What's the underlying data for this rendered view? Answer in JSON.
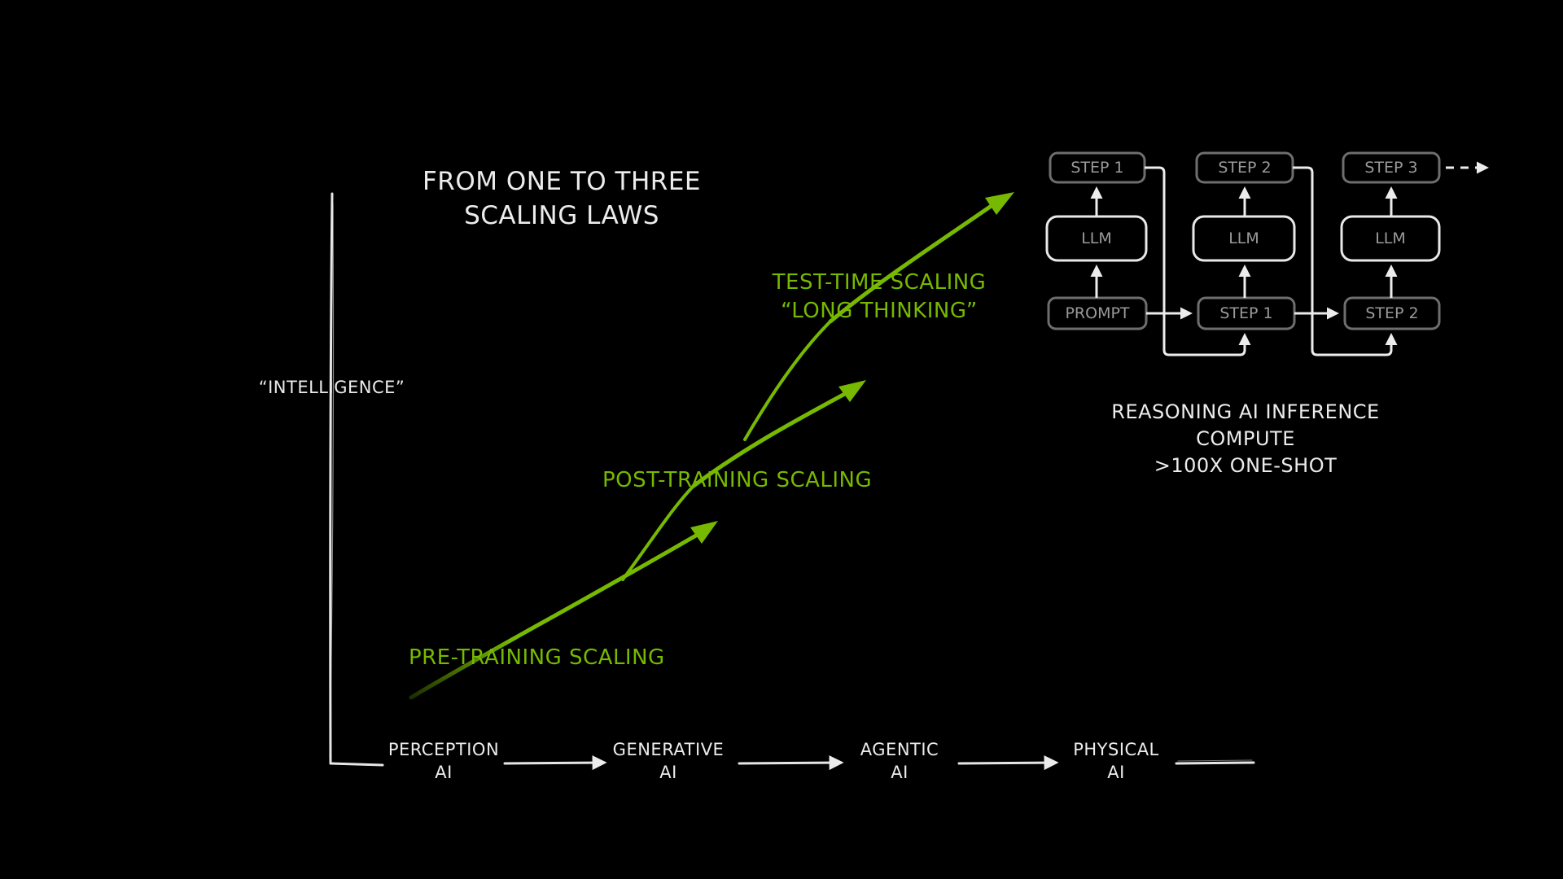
{
  "title": {
    "line1": "FROM ONE TO THREE",
    "line2": "SCALING LAWS"
  },
  "y_axis_label": "“INTELLIGENCE”",
  "eras": [
    {
      "line1": "PERCEPTION",
      "line2": "AI"
    },
    {
      "line1": "GENERATIVE",
      "line2": "AI"
    },
    {
      "line1": "AGENTIC",
      "line2": "AI"
    },
    {
      "line1": "PHYSICAL",
      "line2": "AI"
    }
  ],
  "scaling_laws": {
    "pre_training": "PRE-TRAINING SCALING",
    "post_training": "POST-TRAINING SCALING",
    "test_time_line1": "TEST-TIME SCALING",
    "test_time_line2": "“LONG THINKING”"
  },
  "reasoning_flow": {
    "top_row": [
      "STEP 1",
      "STEP 2",
      "STEP 3"
    ],
    "middle_row": [
      "LLM",
      "LLM",
      "LLM"
    ],
    "bottom_row": [
      "PROMPT",
      "STEP 1",
      "STEP 2"
    ]
  },
  "reasoning_caption": {
    "line1": "REASONING AI INFERENCE",
    "line2": "COMPUTE",
    "line3": ">100X ONE-SHOT"
  },
  "colors": {
    "background": "#000000",
    "foreground": "#ececec",
    "accent_green": "#76b900",
    "box_border": "#6e6e6e",
    "box_text": "#9a9a9a"
  }
}
